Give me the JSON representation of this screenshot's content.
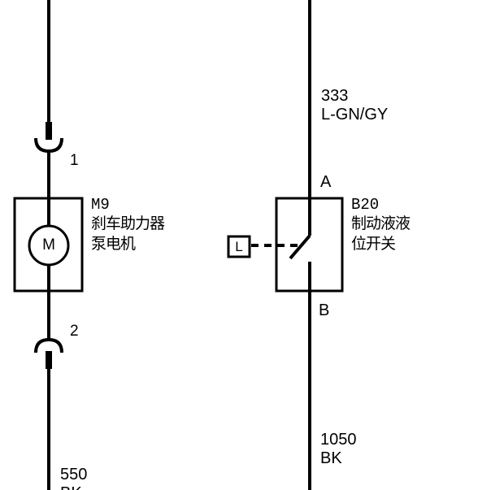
{
  "motor": {
    "ref": "M9",
    "name_line1": "刹车助力器",
    "name_line2": "泵电机",
    "symbol": "M",
    "pin_top": "1",
    "pin_bottom": "2",
    "wire_bottom_id": "550",
    "wire_bottom_color": "BK"
  },
  "switch": {
    "ref": "B20",
    "name_line1": "制动液液",
    "name_line2": "位开关",
    "pin_top": "A",
    "pin_bottom": "B",
    "wire_top_id": "333",
    "wire_top_color": "L-GN/GY",
    "wire_bottom_id": "1050",
    "wire_bottom_color": "BK",
    "level_symbol": "L"
  },
  "colors": {
    "line": "#000000",
    "background": "#ffffff"
  }
}
